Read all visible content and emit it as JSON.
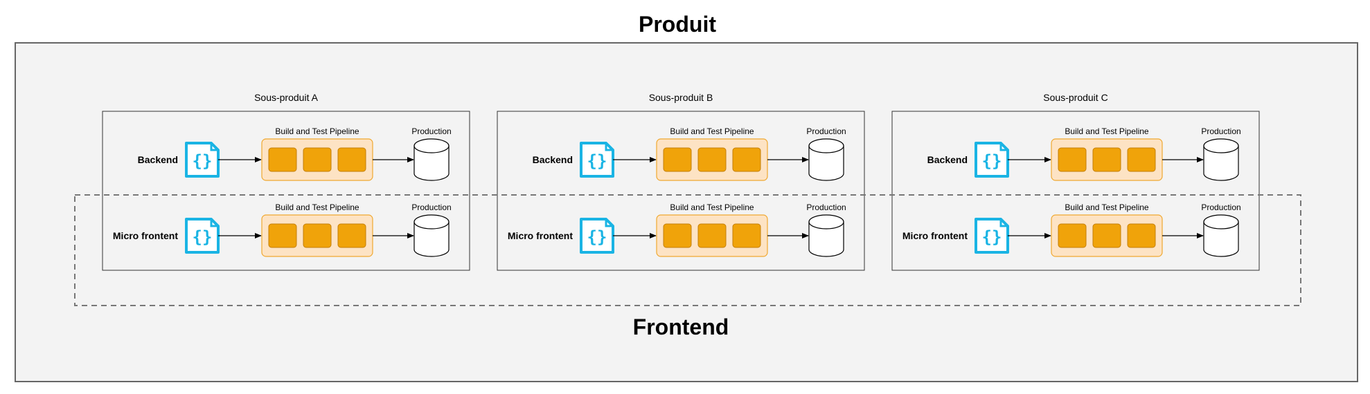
{
  "diagram": {
    "title": "Produit",
    "frontend_label": "Frontend",
    "colors": {
      "outer_fill": "#f3f3f3",
      "outer_stroke": "#666666",
      "pipeline_fill": "#fde3c4",
      "pipeline_stroke": "#f0a830",
      "stage_fill": "#f0a30a",
      "stage_stroke": "#c47f0a",
      "code_icon": "#1ab4e4"
    },
    "icons": {
      "code": "code-file-icon",
      "database": "database-icon"
    },
    "subproducts": [
      {
        "name": "Sous-produit A",
        "rows": [
          {
            "label": "Backend",
            "pipeline_label": "Build and Test Pipeline",
            "production_label": "Production"
          },
          {
            "label": "Micro frontent",
            "pipeline_label": "Build and Test Pipeline",
            "production_label": "Production"
          }
        ]
      },
      {
        "name": "Sous-produit B",
        "rows": [
          {
            "label": "Backend",
            "pipeline_label": "Build and Test Pipeline",
            "production_label": "Production"
          },
          {
            "label": "Micro frontent",
            "pipeline_label": "Build and Test Pipeline",
            "production_label": "Production"
          }
        ]
      },
      {
        "name": "Sous-produit C",
        "rows": [
          {
            "label": "Backend",
            "pipeline_label": "Build and Test Pipeline",
            "production_label": "Production"
          },
          {
            "label": "Micro frontent",
            "pipeline_label": "Build and Test Pipeline",
            "production_label": "Production"
          }
        ]
      }
    ]
  }
}
